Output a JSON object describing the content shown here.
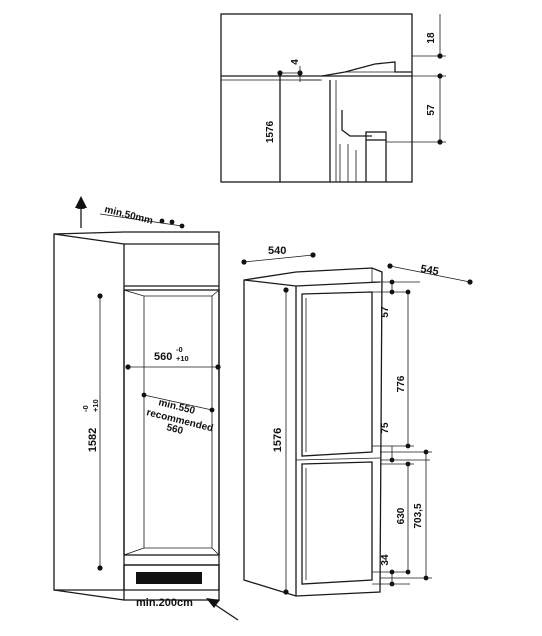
{
  "detail": {
    "dim_18": "18",
    "dim_4": "4",
    "dim_57": "57",
    "dim_1576": "1576"
  },
  "niche": {
    "top_clearance": "min.50mm",
    "width": "560",
    "width_tol_minus": "-0",
    "width_tol_plus": "+10",
    "height": "1582",
    "height_tol_minus": "-0",
    "height_tol_plus": "+10",
    "depth_min": "min.550",
    "depth_recommended_1": "recommended",
    "depth_recommended_2": "560",
    "vent_area": "min.200cm"
  },
  "appliance": {
    "width": "540",
    "depth": "545",
    "height": "1576",
    "top_gap": "57",
    "upper_door": "776",
    "mid_gap": "75",
    "lower_door": "630",
    "lower_total": "703,5",
    "bottom_gap": "34"
  }
}
